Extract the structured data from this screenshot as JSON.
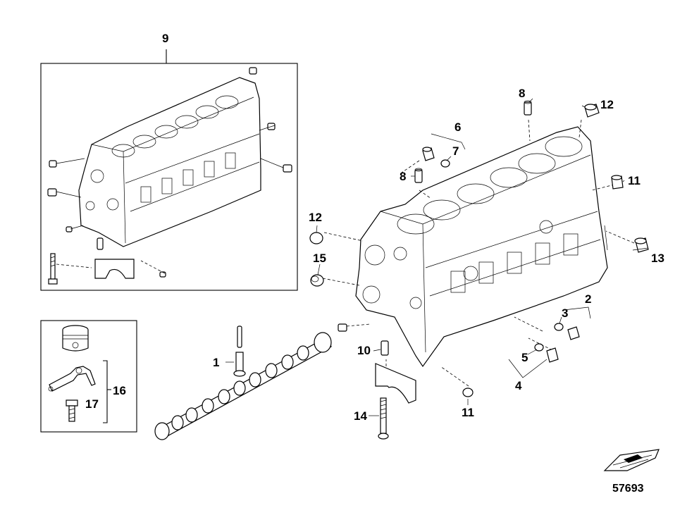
{
  "callouts": {
    "c1": "1",
    "c2": "2",
    "c3": "3",
    "c4": "4",
    "c5": "5",
    "c6": "6",
    "c7": "7",
    "c8a": "8",
    "c8b": "8",
    "c9": "9",
    "c10": "10",
    "c11a": "11",
    "c11b": "11",
    "c12a": "12",
    "c12b": "12",
    "c13": "13",
    "c14": "14",
    "c15": "15",
    "c16": "16",
    "c17": "17"
  },
  "figure_number": "57693",
  "icons": {
    "boat": "boat-logo-icon"
  }
}
